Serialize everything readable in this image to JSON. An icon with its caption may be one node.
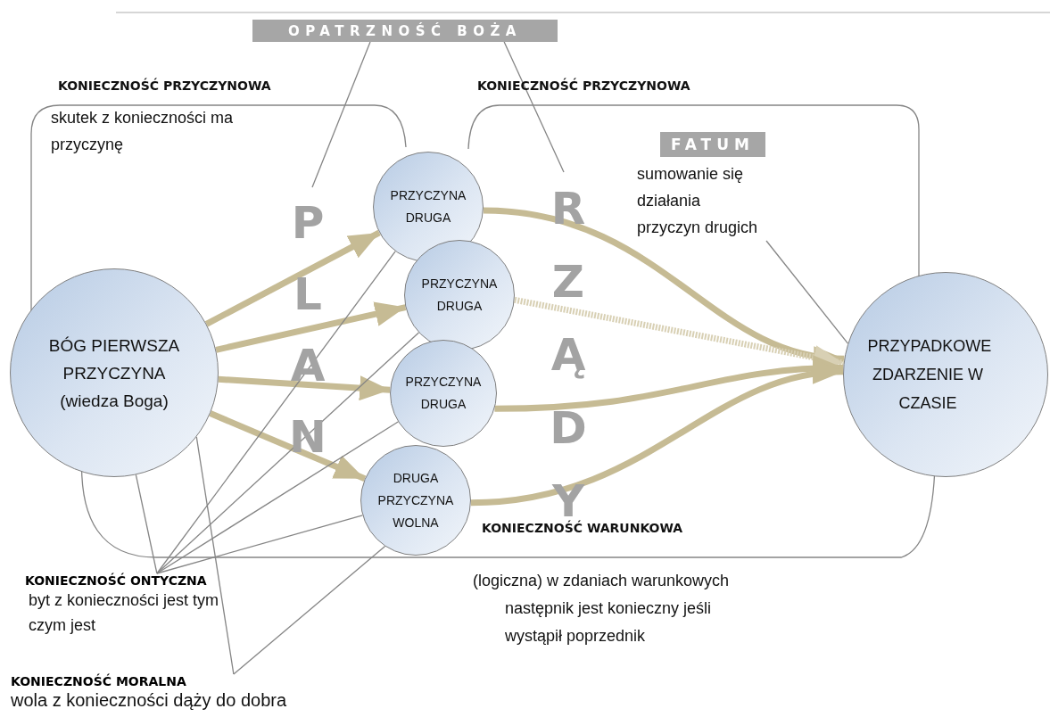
{
  "diagram": {
    "nodes": [
      {
        "text": [
          "OPATRZNOŚĆ BOŻA"
        ]
      },
      {
        "text": [
          "PLAN"
        ]
      },
      {
        "text": [
          "RZĄDY"
        ]
      },
      {
        "text": [
          "FATUM"
        ]
      },
      {
        "text": [
          "sumowanie się działania przyczyn drugich"
        ]
      },
      {
        "text": [
          "BÓG PIERWSZA PRZYCZYNA (wiedza Boga)"
        ]
      },
      {
        "text": [
          "PRZYCZYNA DRUGA"
        ]
      },
      {
        "text": [
          "PRZYCZYNA DRUGA"
        ]
      },
      {
        "text": [
          "PRZYCZYNA DRUGA"
        ]
      },
      {
        "text": [
          "DRUGA PRZYCZYNA WOLNA"
        ]
      },
      {
        "text": [
          "PRZYPADKOWE ZDARZENIE W CZASIE"
        ]
      },
      {
        "text": [
          "KONIECZNOŚĆ ONTYCZNA",
          "byt z konieczności jest tym czym jest"
        ]
      },
      {
        "text": [
          "KONIECZNOŚĆ MORALNA",
          "wola z konieczności dąży do dobra"
        ]
      }
    ],
    "edges": [
      {
        "from": 0,
        "to": 1,
        "arrow": "none"
      },
      {
        "from": 0,
        "to": 2,
        "arrow": "none"
      },
      {
        "from": 4,
        "to": 10,
        "arrow": "none"
      },
      {
        "from": 5,
        "to": 6,
        "arrow": "to",
        "style": "thick",
        "color": "#c6bb94"
      },
      {
        "from": 5,
        "to": 7,
        "arrow": "to",
        "style": "thick",
        "color": "#c6bb94"
      },
      {
        "from": 5,
        "to": 8,
        "arrow": "to",
        "style": "thick",
        "color": "#c6bb94"
      },
      {
        "from": 5,
        "to": 9,
        "arrow": "to",
        "style": "thick",
        "color": "#c6bb94"
      },
      {
        "from": 6,
        "to": 10,
        "arrow": "to",
        "style": "thick",
        "color": "#c6bb94"
      },
      {
        "from": 7,
        "to": 10,
        "arrow": "to",
        "style": "dashed",
        "color": "#d8d0b4"
      },
      {
        "from": 8,
        "to": 10,
        "arrow": "to",
        "style": "thick",
        "color": "#c6bb94"
      },
      {
        "from": 9,
        "to": 10,
        "arrow": "to",
        "style": "thick",
        "color": "#c6bb94"
      },
      {
        "from": 11,
        "to": 5,
        "arrow": "none"
      },
      {
        "from": 11,
        "to": 6,
        "arrow": "none"
      },
      {
        "from": 11,
        "to": 7,
        "arrow": "none"
      },
      {
        "from": 11,
        "to": 8,
        "arrow": "none"
      },
      {
        "from": 11,
        "to": 9,
        "arrow": "none"
      },
      {
        "from": 12,
        "to": 5,
        "arrow": "none"
      },
      {
        "from": 12,
        "to": 9,
        "arrow": "none"
      }
    ],
    "labels": [
      "KONIECZNOŚĆ PRZYCZYNOWA",
      "skutek z konieczności ma przyczynę",
      "KONIECZNOŚĆ PRZYCZYNOWA",
      "KONIECZNOŚĆ WARUNKOWA",
      "(logiczna) w zdaniach warunkowych następnik jest konieczny jeśli wystąpił poprzednik"
    ]
  }
}
